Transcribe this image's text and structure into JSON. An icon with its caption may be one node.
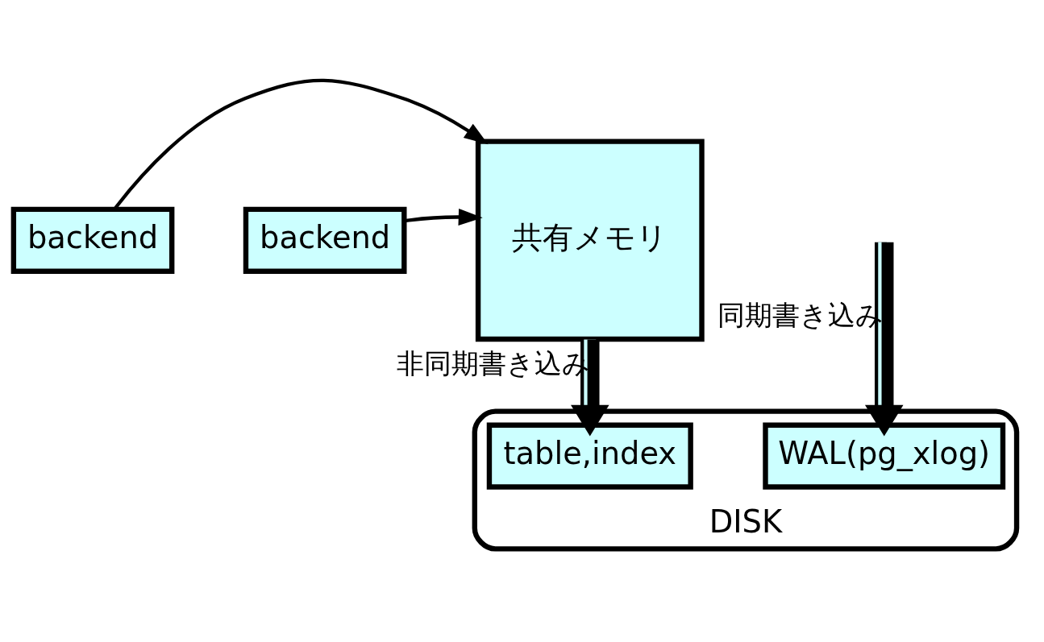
{
  "diagram": {
    "nodes": [
      {
        "text": [
          "backend"
        ]
      },
      {
        "text": [
          "backend"
        ]
      },
      {
        "text": [
          "共有メモリ"
        ]
      },
      {
        "text": [
          "DISK"
        ]
      },
      {
        "text": [
          "WAL(pg_xlog)"
        ],
        "in": 3
      },
      {
        "text": [
          "table,index"
        ],
        "in": 3
      }
    ],
    "edges": [
      {
        "from": 0,
        "to": 2,
        "arrow": "to"
      },
      {
        "from": 1,
        "to": 2,
        "arrow": "to"
      },
      {
        "from": null,
        "to": 4,
        "arrow": "to",
        "label": "同期書き込み",
        "style": "thick"
      },
      {
        "from": 2,
        "to": 5,
        "arrow": "to",
        "label": "非同期書き込み",
        "style": "thick"
      }
    ]
  }
}
